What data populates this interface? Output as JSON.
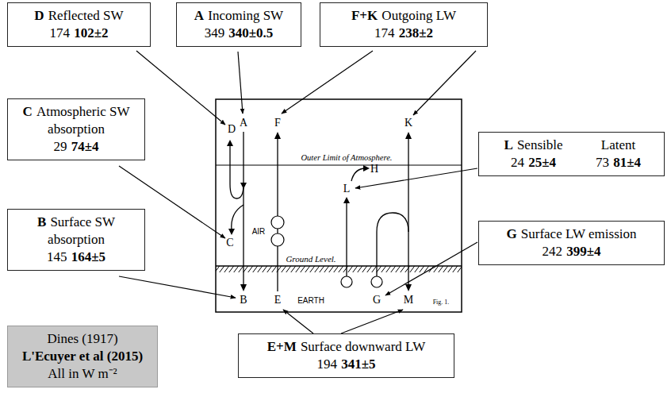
{
  "diagram": {
    "nodes": [
      {
        "text": [
          "D",
          "Reflected SW",
          "174",
          "102±2"
        ]
      },
      {
        "text": [
          "A",
          "Incoming SW",
          "349",
          "340±0.5"
        ]
      },
      {
        "text": [
          "F+K",
          "Outgoing LW",
          "174",
          "238±2"
        ]
      },
      {
        "text": [
          "C",
          "Atmospheric SW absorption",
          "29",
          "74±4"
        ]
      },
      {
        "text": [
          "L",
          "Sensible",
          "Latent",
          "24",
          "25±4",
          "73",
          "81±4"
        ]
      },
      {
        "text": [
          "B",
          "Surface SW absorption",
          "145",
          "164±5"
        ]
      },
      {
        "text": [
          "G",
          "Surface LW emission",
          "242",
          "399±4"
        ]
      },
      {
        "text": [
          "Dines (1917)",
          "L'Ecuyer et al (2015)",
          "All in W m⁻²"
        ]
      },
      {
        "text": [
          "E+M",
          "Surface downward LW",
          "194",
          "341±5"
        ]
      }
    ],
    "labels": [
      "D",
      "A",
      "F",
      "K",
      "Outer Limit of Atmosphere.",
      "H",
      "L",
      "AIR",
      "C",
      "Ground Level.",
      "B",
      "E",
      "EARTH",
      "G",
      "M",
      "Fig. 1."
    ]
  }
}
